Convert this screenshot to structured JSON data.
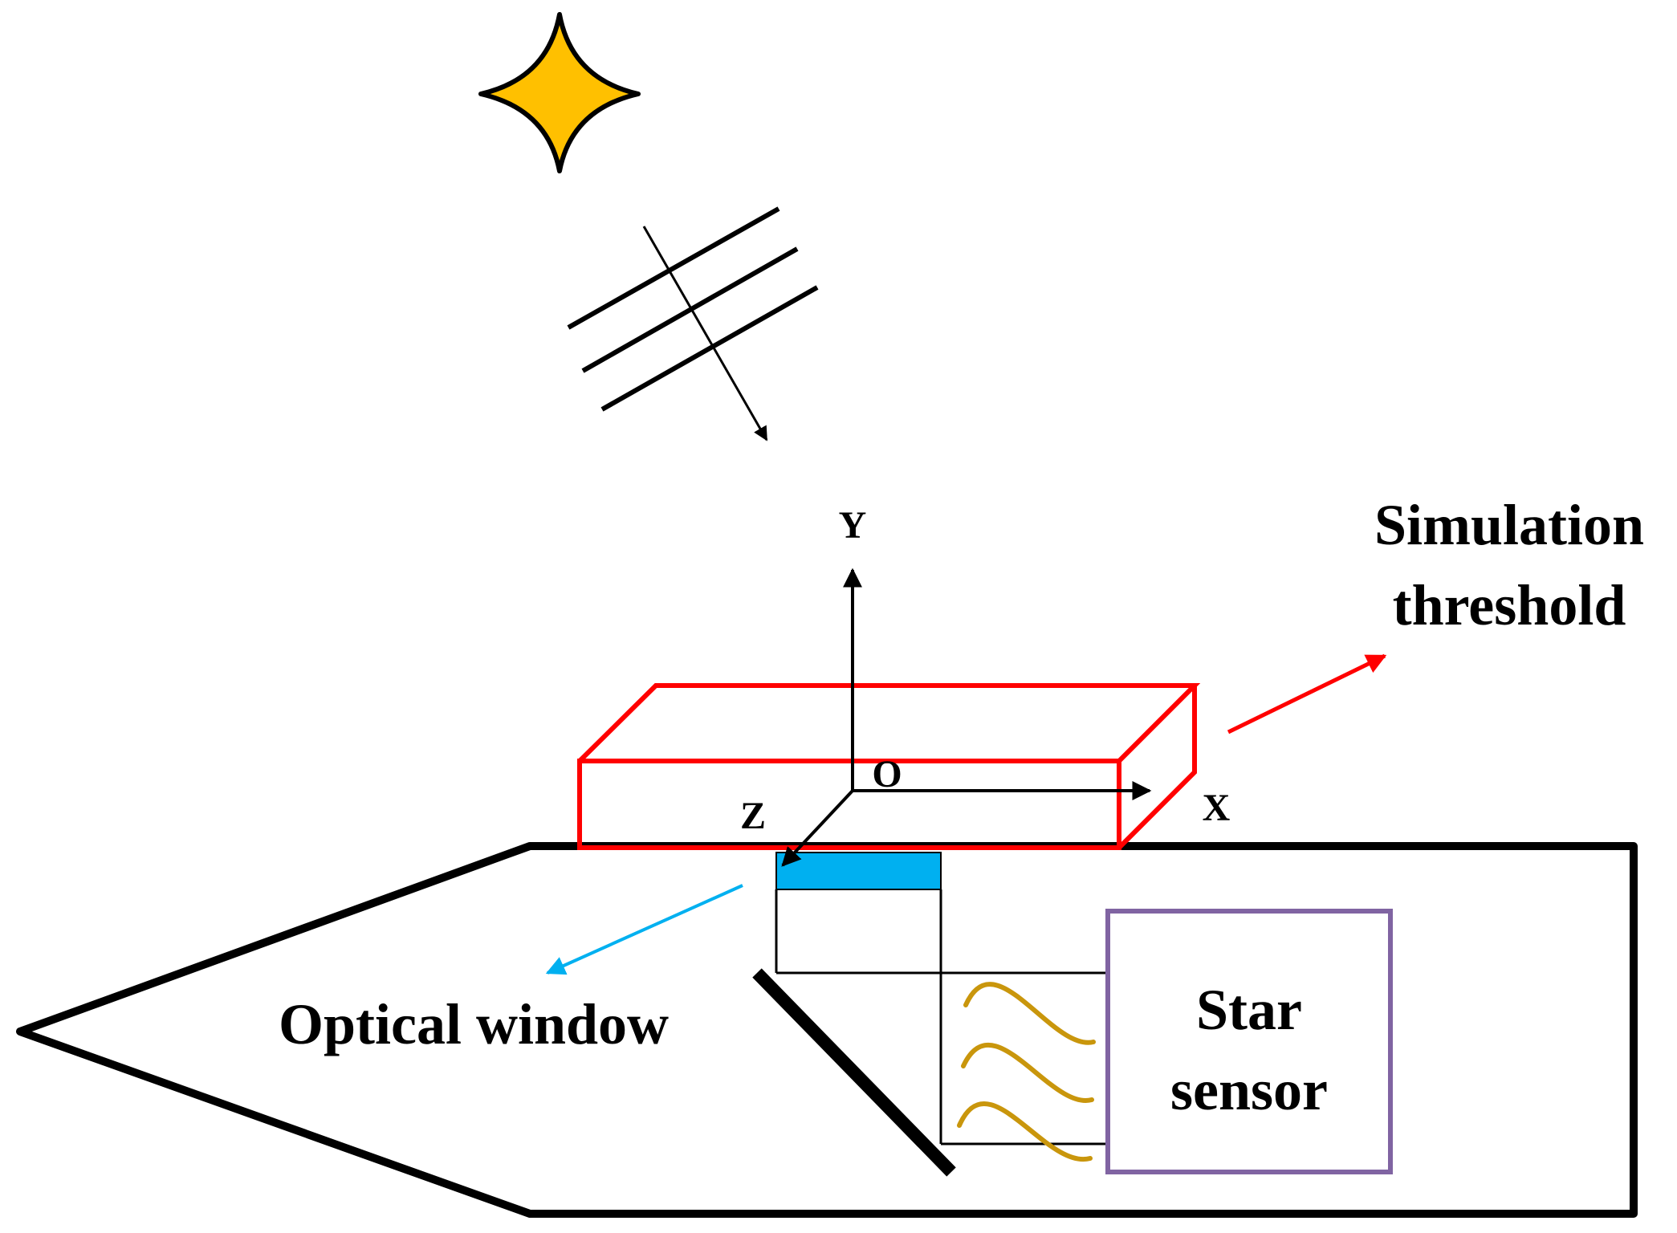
{
  "labels": {
    "simulation_line1": "Simulation",
    "simulation_line2": "threshold",
    "optical_window": "Optical window",
    "star_line1": "Star",
    "star_line2": "sensor",
    "axis_y": "Y",
    "axis_x": "X",
    "axis_z": "Z",
    "axis_origin": "O"
  },
  "colors": {
    "star_fill": "#FFC000",
    "simulation_box": "#FF0000",
    "optical_window": "#00B0F0",
    "sensor_box": "#8064A2",
    "heat_waves": "#C9960C",
    "outline": "#000000"
  },
  "icons": {
    "star": "four-point-star-icon",
    "light_rays": "parallel-rays-icon",
    "heat_waves": "wavy-lines-icon"
  }
}
